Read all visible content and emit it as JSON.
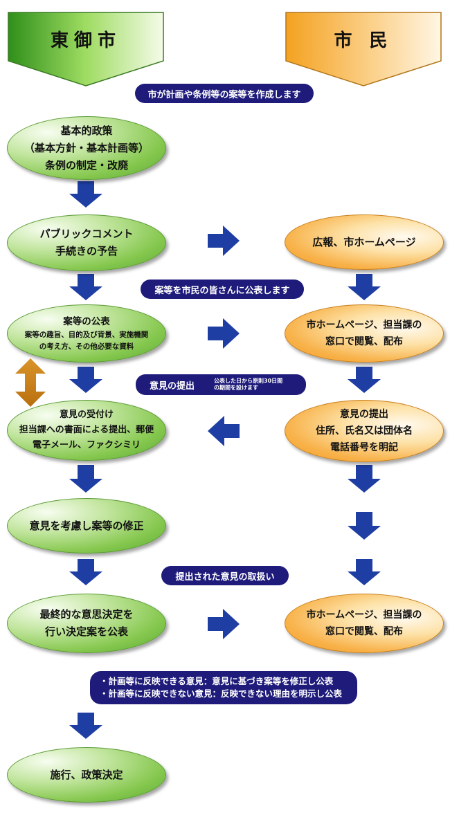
{
  "headers": {
    "city": "東御市",
    "citizen": "市 民"
  },
  "pills": {
    "p1": "市が計画や条例等の案等を作成します",
    "p2": "案等を市民の皆さんに公表します",
    "p3_main": "意見の提出",
    "p3_note_line1": "公表した日から原則30日間",
    "p3_note_line2": "の期間を設けます",
    "p4": "提出された意見の取扱い",
    "p5_line1": "・計画等に反映できる意見：意見に基づき案等を修正し公表",
    "p5_line2": "・計画等に反映できない意見：反映できない理由を明示し公表"
  },
  "left": {
    "n1": [
      "基本的政策",
      "（基本方針・基本計画等）",
      "条例の制定・改廃"
    ],
    "n2": [
      "パブリックコメント",
      "手続きの予告"
    ],
    "n3_title": "案等の公表",
    "n3_body": [
      "案等の趣旨、目的及び背景、実施機関",
      "の考え方、その他必要な資料"
    ],
    "n4": [
      "意見の受付け",
      "担当課への書面による提出、郵便",
      "電子メール、ファクシミリ"
    ],
    "n5": [
      "意見を考慮し案等の修正"
    ],
    "n6": [
      "最終的な意思決定を",
      "行い決定案を公表"
    ],
    "n7": [
      "施行、政策決定"
    ]
  },
  "right": {
    "r1": [
      "広報、市ホームページ"
    ],
    "r2": [
      "市ホームページ、担当課の",
      "窓口で閲覧、配布"
    ],
    "r3": [
      "意見の提出",
      "住所、氏名又は団体名",
      "電話番号を明記"
    ],
    "r4": [
      "市ホームページ、担当課の",
      "窓口で閲覧、配布"
    ]
  },
  "colors": {
    "navy": "#1e1b7a",
    "arrow_blue": "#1f3ea3",
    "green_dark": "#2e7d1f",
    "orange": "#f5a01a",
    "double_arrow": "#cc8417"
  }
}
